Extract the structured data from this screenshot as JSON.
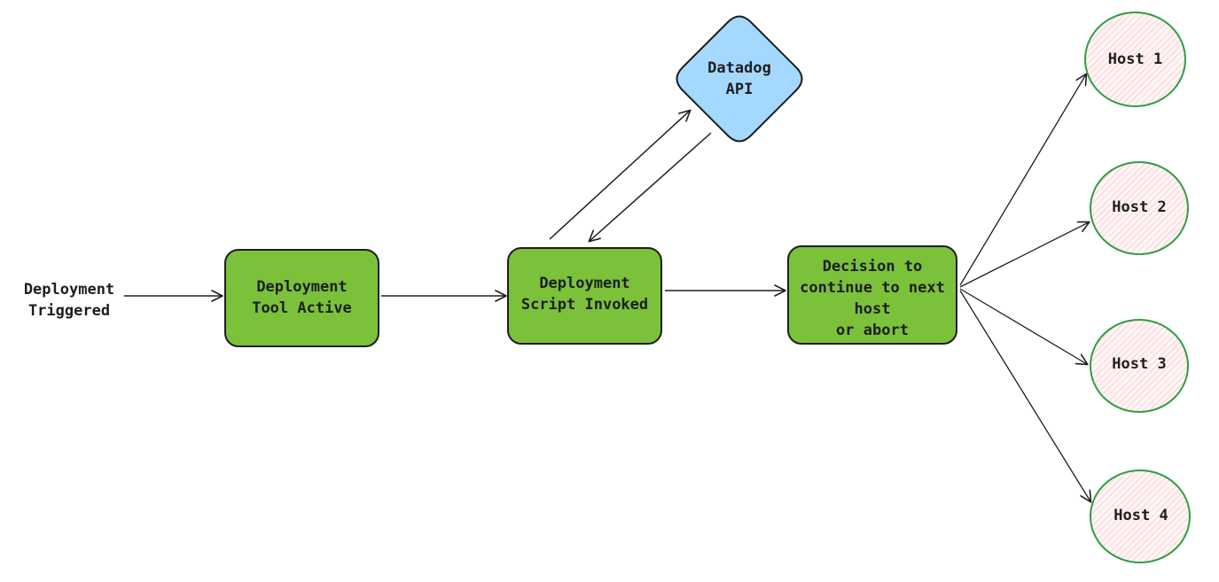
{
  "nodes": {
    "trigger": {
      "label": "Deployment\nTriggered"
    },
    "tool": {
      "label": "Deployment\nTool Active"
    },
    "script": {
      "label": "Deployment\nScript Invoked"
    },
    "datadog": {
      "label": "Datadog\nAPI"
    },
    "decision": {
      "label": "Decision to\ncontinue to next\nhost\nor abort"
    },
    "host1": {
      "label": "Host 1"
    },
    "host2": {
      "label": "Host 2"
    },
    "host3": {
      "label": "Host 3"
    },
    "host4": {
      "label": "Host 4"
    }
  },
  "colors": {
    "process_fill": "#7bc13a",
    "api_fill": "#a5d8ff",
    "host_stroke": "#2f9e44",
    "host_fill": "#fff5f5",
    "stroke": "#1e1e1e"
  }
}
